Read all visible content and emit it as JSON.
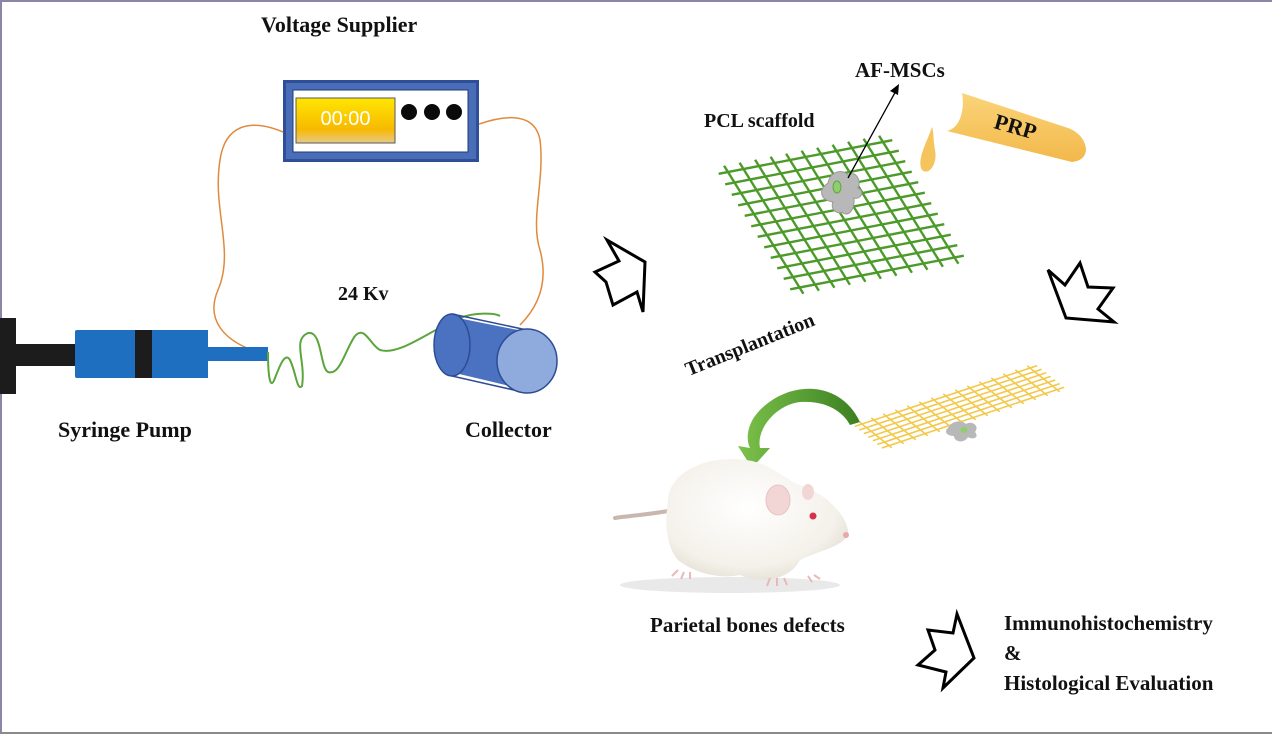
{
  "figure": {
    "labels": {
      "voltage_supplier": "Voltage Supplier",
      "display_time": "00:00",
      "voltage": "24 Kv",
      "syringe_pump": "Syringe Pump",
      "collector": "Collector",
      "af_mscs": "AF-MSCs",
      "pcl_scaffold": "PCL scaffold",
      "prp": "PRP",
      "transplantation": "Transplantation",
      "parietal_defects": "Parietal bones defects",
      "evaluation_line1": "Immunohistochemistry",
      "evaluation_line2": "&",
      "evaluation_line3": "Histological Evaluation"
    },
    "colors": {
      "supplier_frame": "#2e4f98",
      "display_yellow": "#f5c400",
      "wire_orange": "#e08a3c",
      "fiber_green": "#5aa63c",
      "syringe_blue": "#1f6fc0",
      "plunger_black": "#1c1c1c",
      "collector_blue": "#4a72c0",
      "collector_face": "#8faadc",
      "scaffold_green": "#4c9a2a",
      "scaffold_yellow": "#f2c94c",
      "prp_orange": "#f6c45c",
      "cell_gray": "#b8b8b8",
      "transplant_arrow": "#4f9a30"
    },
    "icons": [
      "process-arrow-icon",
      "process-arrow-icon",
      "process-arrow-icon",
      "curved-arrow-icon",
      "rat-image"
    ]
  }
}
